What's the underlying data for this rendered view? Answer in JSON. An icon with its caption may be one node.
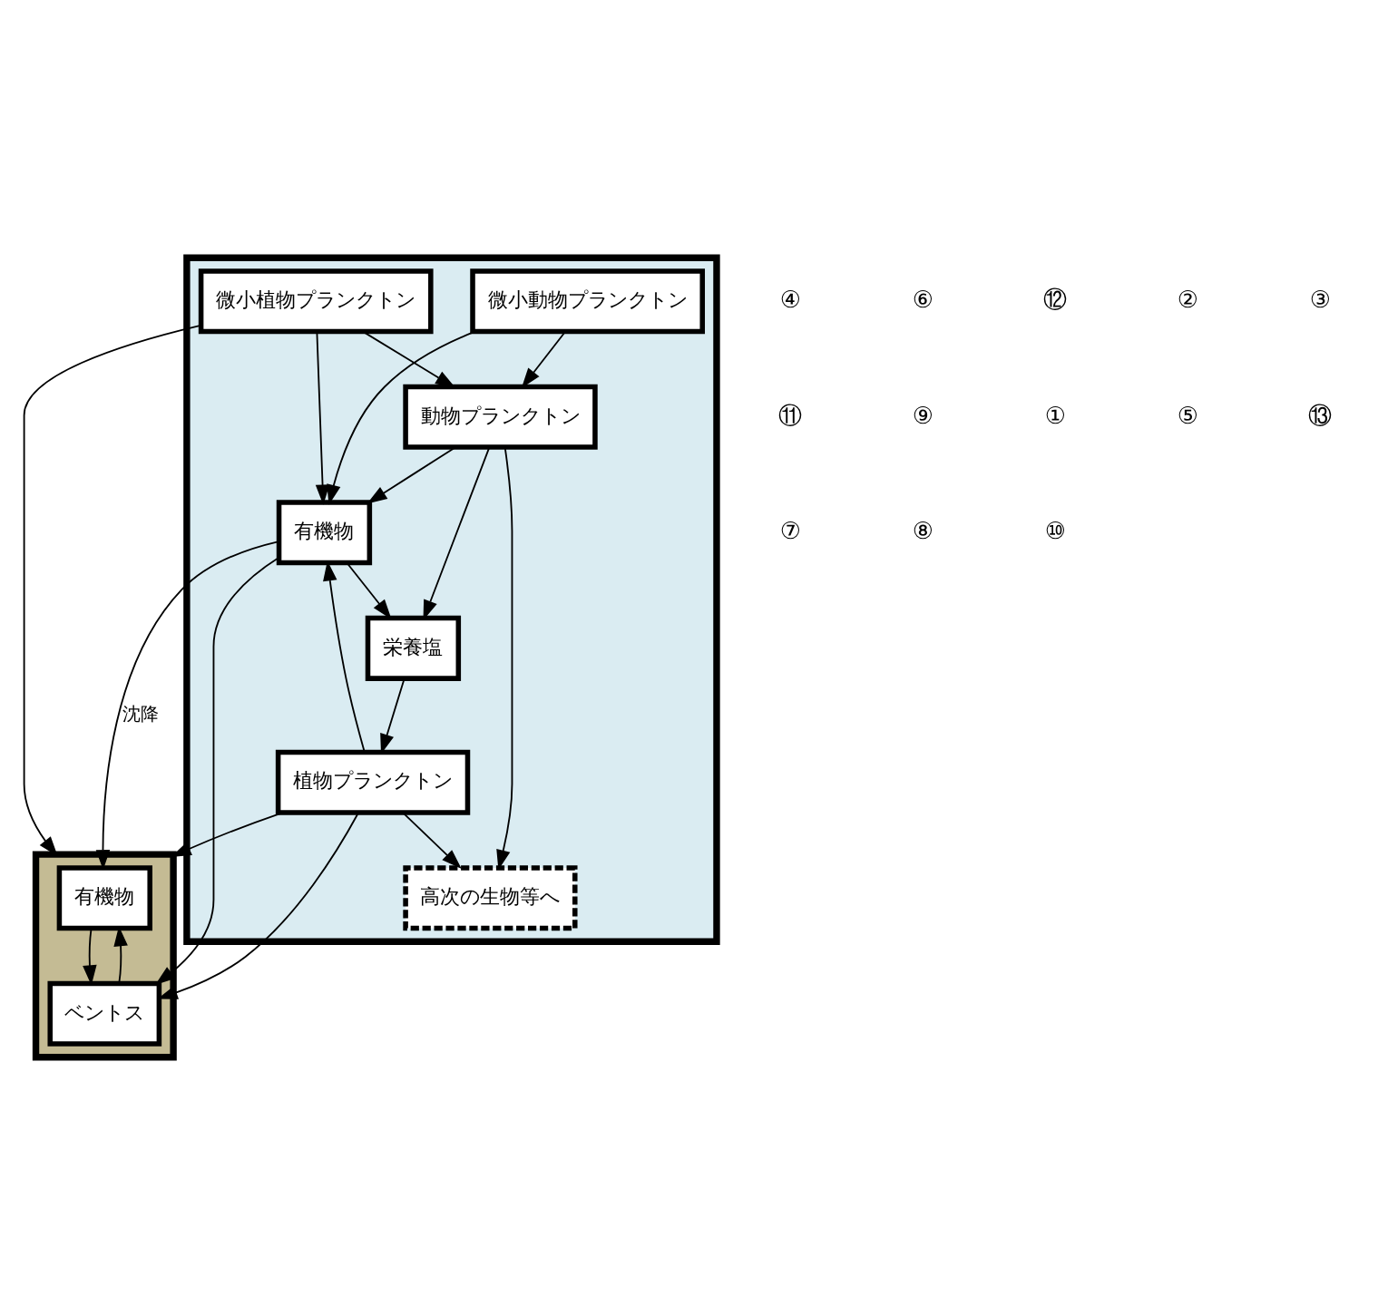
{
  "diagram": {
    "nodes": [
      {
        "text": [],
        "shape": "box"
      },
      {
        "text": [
          "高次の生物等へ"
        ],
        "in": 0
      },
      {
        "text": [
          "動物プランクトン"
        ],
        "in": 0
      },
      {
        "text": [
          "植物プランクトン"
        ],
        "in": 0
      },
      {
        "text": [
          "有機物"
        ],
        "in": 0
      },
      {
        "text": [
          "微小動物プランクトン"
        ],
        "in": 0
      },
      {
        "text": [
          "微小植物プランクトン"
        ],
        "in": 0
      },
      {
        "text": [
          "栄養塩"
        ],
        "in": 0
      },
      {
        "text": [],
        "shape": "box"
      },
      {
        "text": [
          "有機物"
        ],
        "in": 8
      },
      {
        "text": [
          "ベントス"
        ],
        "in": 8
      }
    ],
    "edges": [
      {
        "from": 2,
        "to": 1,
        "arrow": "to"
      },
      {
        "from": 3,
        "to": 1,
        "arrow": "to"
      },
      {
        "from": 2,
        "to": 4,
        "arrow": "to"
      },
      {
        "from": 5,
        "to": 2,
        "arrow": "to"
      },
      {
        "from": 3,
        "to": 4,
        "arrow": "to"
      },
      {
        "from": 5,
        "to": 4,
        "arrow": "to"
      },
      {
        "from": 6,
        "to": 4,
        "arrow": "to"
      },
      {
        "from": 6,
        "to": 2,
        "arrow": "to"
      },
      {
        "from": 7,
        "to": 3,
        "arrow": "to"
      },
      {
        "from": 2,
        "to": 7,
        "arrow": "to"
      },
      {
        "from": 4,
        "to": 7,
        "arrow": "to"
      },
      {
        "from": 6,
        "to": 8,
        "arrow": "to"
      },
      {
        "from": 3,
        "to": 10,
        "arrow": "to"
      },
      {
        "from": 3,
        "to": 8,
        "arrow": "to"
      },
      {
        "from": 4,
        "to": 9,
        "arrow": "to",
        "label": "沈降"
      },
      {
        "from": 4,
        "to": 10,
        "arrow": "to"
      },
      {
        "from": 9,
        "to": 10,
        "arrow": "to"
      },
      {
        "from": 10,
        "to": 9,
        "arrow": "to"
      }
    ],
    "labels": [
      "④",
      "⑥",
      "⑫",
      "②",
      "③",
      "⑪",
      "⑨",
      "①",
      "⑤",
      "⑬",
      "⑦",
      "⑧",
      "⑩"
    ]
  }
}
